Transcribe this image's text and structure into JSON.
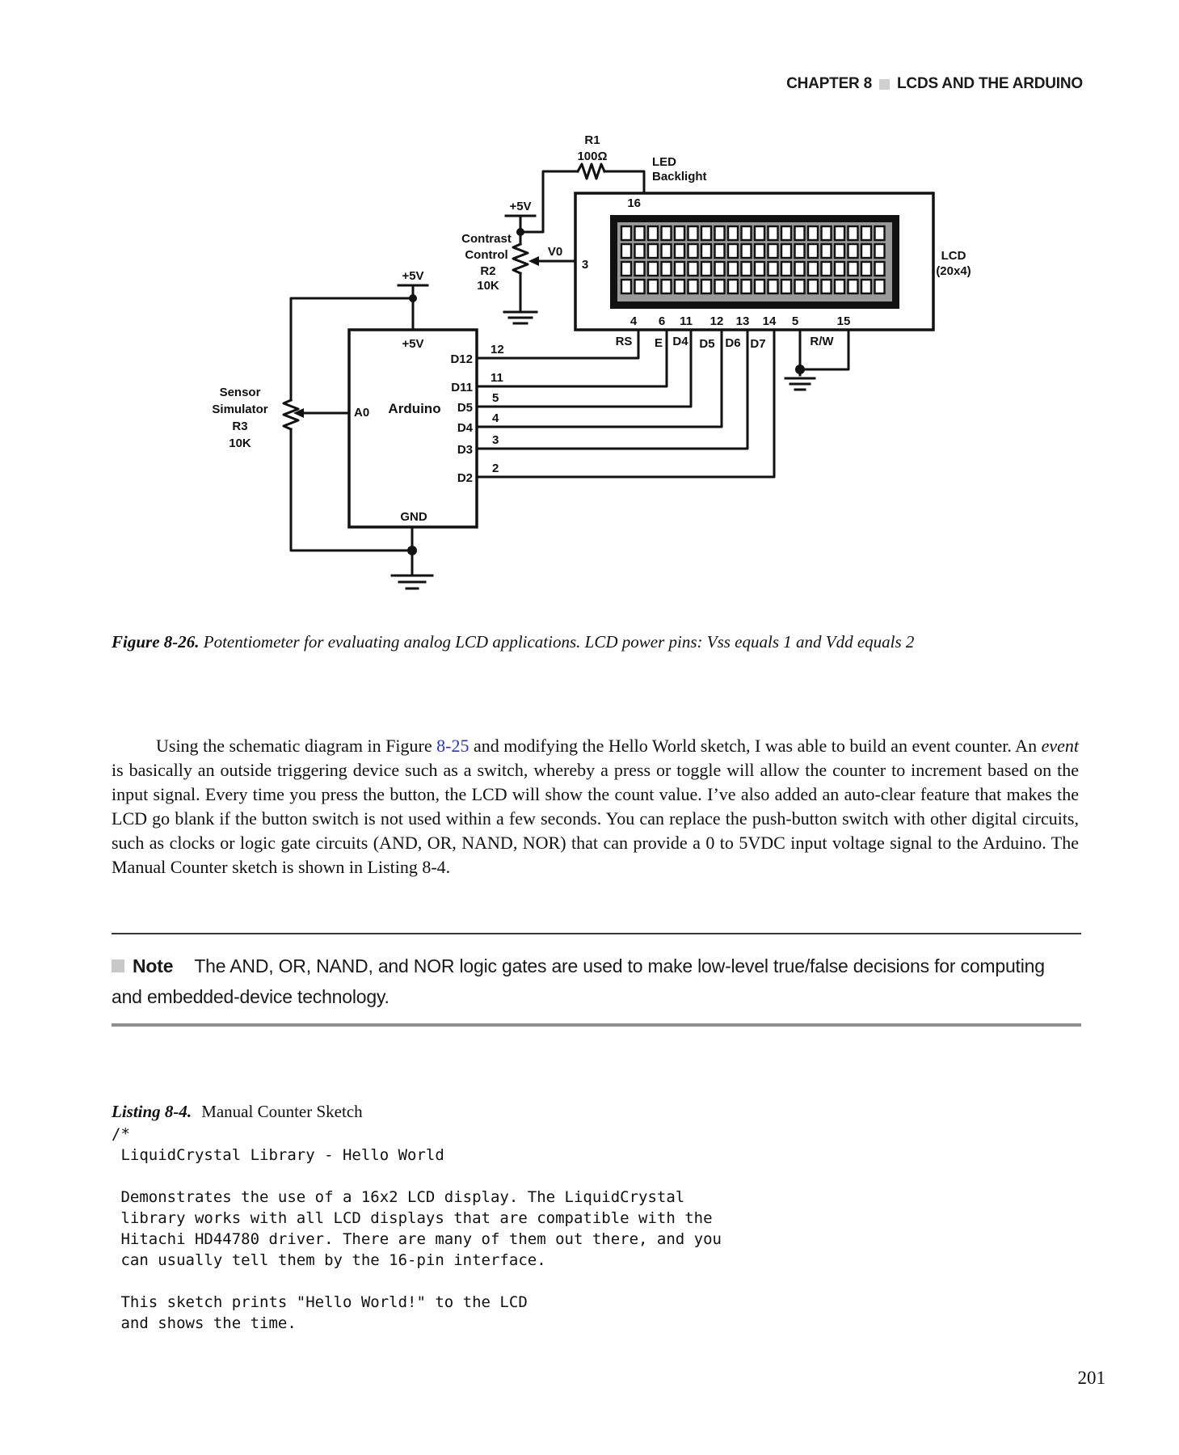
{
  "header": {
    "chapter": "CHAPTER 8",
    "title": "LCDS AND THE ARDUINO"
  },
  "schematic": {
    "r1_name": "R1",
    "r1_value": "100Ω",
    "led_line1": "LED",
    "led_line2": "Backlight",
    "pin16": "16",
    "contrast_5v": "+5V",
    "contrast_l1": "Contrast",
    "contrast_l2": "Control",
    "contrast_l3": "R2",
    "contrast_l4": "10K",
    "v0": "V0",
    "pin3": "3",
    "lcd_l1": "LCD",
    "lcd_l2": "(20x4)",
    "lcd_grid": {
      "cols": 20,
      "rows": 4
    },
    "lcd_pins": [
      "4",
      "6",
      "11",
      "12",
      "13",
      "14",
      "5",
      "15"
    ],
    "lcd_pin_labels": [
      "RS",
      "E",
      "D4",
      "D5",
      "D6",
      "D7",
      "R/W"
    ],
    "left_5v": "+5V",
    "arduino_5v": "+5V",
    "arduino_name": "Arduino",
    "arduino_a0": "A0",
    "arduino_gnd": "GND",
    "arduino_pins": [
      "D12",
      "D11",
      "D5",
      "D4",
      "D3",
      "D2"
    ],
    "wire_numbers": [
      "12",
      "11",
      "5",
      "4",
      "3",
      "2"
    ],
    "sensor_l1": "Sensor",
    "sensor_l2": "Simulator",
    "sensor_l3": "R3",
    "sensor_l4": "10K"
  },
  "figure_caption": {
    "label": "Figure 8-26.",
    "text": "Potentiometer for evaluating analog LCD applications. LCD power pins: Vss equals 1 and Vdd equals 2"
  },
  "paragraph": {
    "s1": "Using the schematic diagram in Figure ",
    "figure_link": "8-25",
    "s2": " and modifying the Hello World sketch, I was able to build an event counter. An ",
    "italic_word": "event",
    "s3": " is basically an outside triggering device such as a switch, whereby a press or toggle will allow the counter to increment based on the input signal. Every time you press the button, the LCD will show the count value. I’ve also added an auto-clear feature that makes the LCD go blank if the button switch is not used within a few seconds. You can replace the push-button switch with other digital circuits, such as clocks or logic gate circuits (AND, OR, NAND, NOR) that can provide a 0 to 5VDC input voltage signal to the Arduino. The Manual Counter sketch is shown in Listing 8-4."
  },
  "note": {
    "label": "Note",
    "text": "The AND, OR, NAND, and NOR logic gates are used to make low-level true/false decisions for computing and embedded-device technology."
  },
  "listing": {
    "label": "Listing 8-4.",
    "title": "Manual Counter Sketch"
  },
  "code": {
    "text": "/*\n LiquidCrystal Library - Hello World\n\n Demonstrates the use of a 16x2 LCD display. The LiquidCrystal\n library works with all LCD displays that are compatible with the\n Hitachi HD44780 driver. There are many of them out there, and you\n can usually tell them by the 16-pin interface.\n\n This sketch prints \"Hello World!\" to the LCD\n and shows the time."
  },
  "page_number": "201",
  "colors": {
    "link_blue": "#2337c6",
    "rule_dark": "#383838",
    "rule_gray": "#8f8f8f",
    "marker_gray": "#c8c8c8",
    "ink": "#111111",
    "lcd_panel_gray": "#9a9a9a"
  }
}
